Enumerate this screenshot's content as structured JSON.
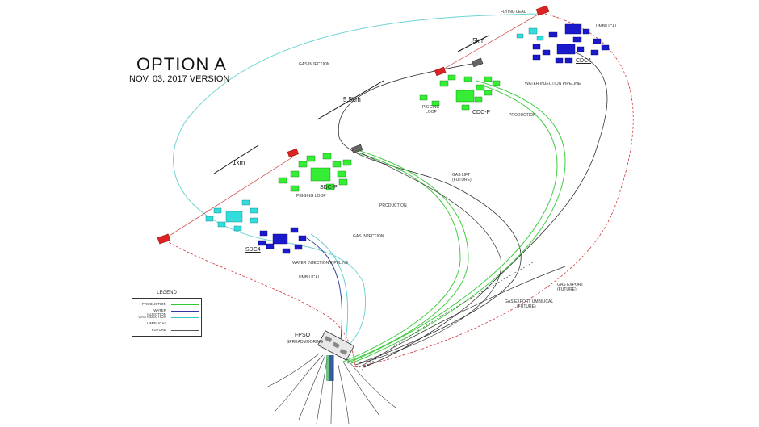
{
  "title": "OPTION A",
  "subtitle": "NOV. 03, 2017 VERSION",
  "labels": {
    "flying_lead": "FLYING LEAD",
    "umbilical_top": "UMBILICAL",
    "gas_injection_top": "GAS INJECTION",
    "water_injection_top": "WATER INJECTION PIPELINE",
    "production_top": "PRODUCTION",
    "gas_lift": "GAS LIFT",
    "gas_lift_future": "(FUTURE)",
    "production_mid": "PRODUCTION",
    "gas_injection_mid": "GAS INJECTION",
    "water_injection_mid": "WATER INJECTION PIPELINE",
    "umbilical_mid": "UMBILICAL",
    "gas_export": "GAS EXPORT",
    "gas_export_future": "(FUTURE)",
    "gas_export_umbilical": "GAS EXPORT UMBILICAL",
    "gas_export_umbilical_future": "(FUTURE)",
    "pigging_loop_1": "PIGGING",
    "pigging_loop_2": "LOOP",
    "pigging_loop_sdc": "PIGGING LOOP",
    "fpso": "FPSO",
    "fpso_sub": "SPREADMOORING"
  },
  "centers": {
    "cdc4": "CDC4",
    "cdcp": "CDC-P",
    "sdcp": "SDC-P",
    "sdc4": "SDC4"
  },
  "distances": {
    "d1": ".5km",
    "d2": "5.5km",
    "d3": "1km"
  },
  "legend": {
    "title": "LEGEND",
    "items": [
      {
        "label": "PRODUCTION",
        "color": "#33cc33",
        "style": "solid"
      },
      {
        "label": "WATER INJECTION",
        "color": "#3333aa",
        "style": "solid"
      },
      {
        "label": "GAS INJECTION",
        "color": "#33cccc",
        "style": "solid"
      },
      {
        "label": "UMBILICAL",
        "color": "#cc3333",
        "style": "dashed"
      },
      {
        "label": "FUTURE",
        "color": "#555555",
        "style": "solid"
      }
    ]
  },
  "colors": {
    "production": "#33dd33",
    "water": "#2222cc",
    "gas": "#33dddd",
    "umbilical": "#cc3333",
    "future": "#333333",
    "manifold_red": "#dd2222"
  }
}
